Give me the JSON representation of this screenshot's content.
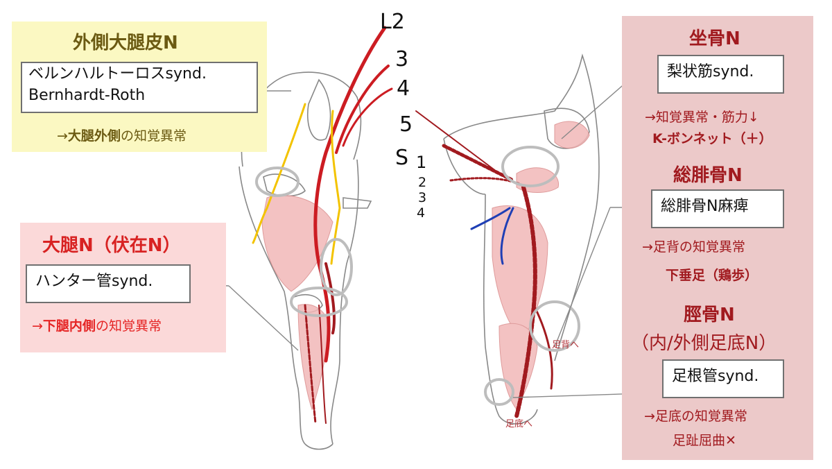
{
  "colors": {
    "dark_red": "#a11a1f",
    "nerve_red": "#cc1c22",
    "gold": "#6b5a12",
    "sensory_yellow": "#f3c300",
    "blue_nerve": "#1f3fb5"
  },
  "lfcn": {
    "title": "外側大腿皮N",
    "box_line1": "ベルンハルトーロスsynd.",
    "box_line2": "Bernhardt-Roth",
    "note_arrow": "→",
    "note_strong": "大腿外側",
    "note_tail": "の知覚異常"
  },
  "femoral": {
    "title": "大腿N（伏在N）",
    "box": "ハンター管synd.",
    "note_arrow": "→",
    "note_strong": "下腿内側",
    "note_tail": "の知覚異常"
  },
  "sciatic": {
    "title": "坐骨N",
    "box": "梨状筋synd.",
    "note1": "→知覚異常・筋力↓",
    "note2": "K-ボンネット（＋）"
  },
  "peroneal": {
    "title": "総腓骨N",
    "box": "総腓骨N麻痺",
    "note1": "→足背の知覚異常",
    "note2": "下垂足（鶏歩）"
  },
  "tibial": {
    "title1": "脛骨N",
    "title2": "（内/外側足底N）",
    "box": "足根管synd.",
    "note1": "→足底の知覚異常",
    "note2": "足趾屈曲✕"
  },
  "roots": {
    "l2": "L2",
    "l3": "3",
    "l4": "4",
    "l5": "5",
    "s": "S",
    "s1": "1",
    "s2": "2",
    "s3": "3",
    "s4": "4"
  },
  "handnotes": {
    "dorsum": "足背へ",
    "sole": "足底へ"
  }
}
